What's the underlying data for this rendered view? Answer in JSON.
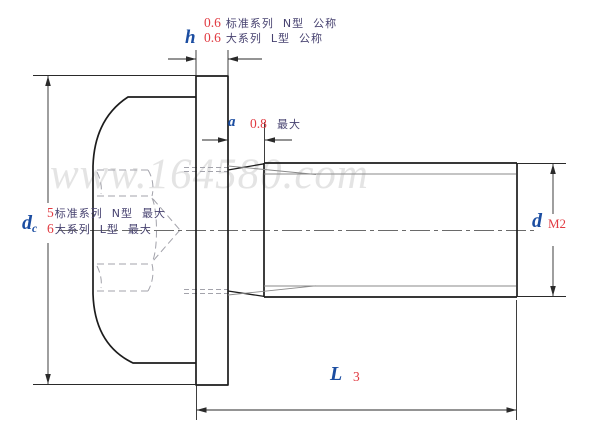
{
  "drawing": {
    "watermark": "www.164580.com"
  },
  "dimensions": {
    "h": {
      "symbol": "h",
      "rows": [
        {
          "value": "0.6",
          "text": "标准系列  N型  公称"
        },
        {
          "value": "0.6",
          "text": "大系列  L型  公称"
        }
      ]
    },
    "a": {
      "symbol": "a",
      "value": "0.8",
      "qualifier": "最大"
    },
    "dc": {
      "symbol": "d",
      "subscript": "c",
      "rows": [
        {
          "value": "5",
          "text": "标准系列  N型  最大"
        },
        {
          "value": "6",
          "text": "大系列  L型  最大"
        }
      ]
    },
    "d": {
      "symbol": "d",
      "value": "M2"
    },
    "L": {
      "symbol": "L",
      "value": "3"
    }
  },
  "colors": {
    "outline": "#1c1c1c",
    "thin_line": "#8a8a8a",
    "hidden_line": "#a3a3ab",
    "center_line": "#6a6a6a",
    "dimension_line": "#2a2a2a",
    "symbol_blue": "#1b4da1",
    "value_red": "#e13b42",
    "cjk_text": "#474270",
    "watermark_gray": "#dcdcdc"
  }
}
